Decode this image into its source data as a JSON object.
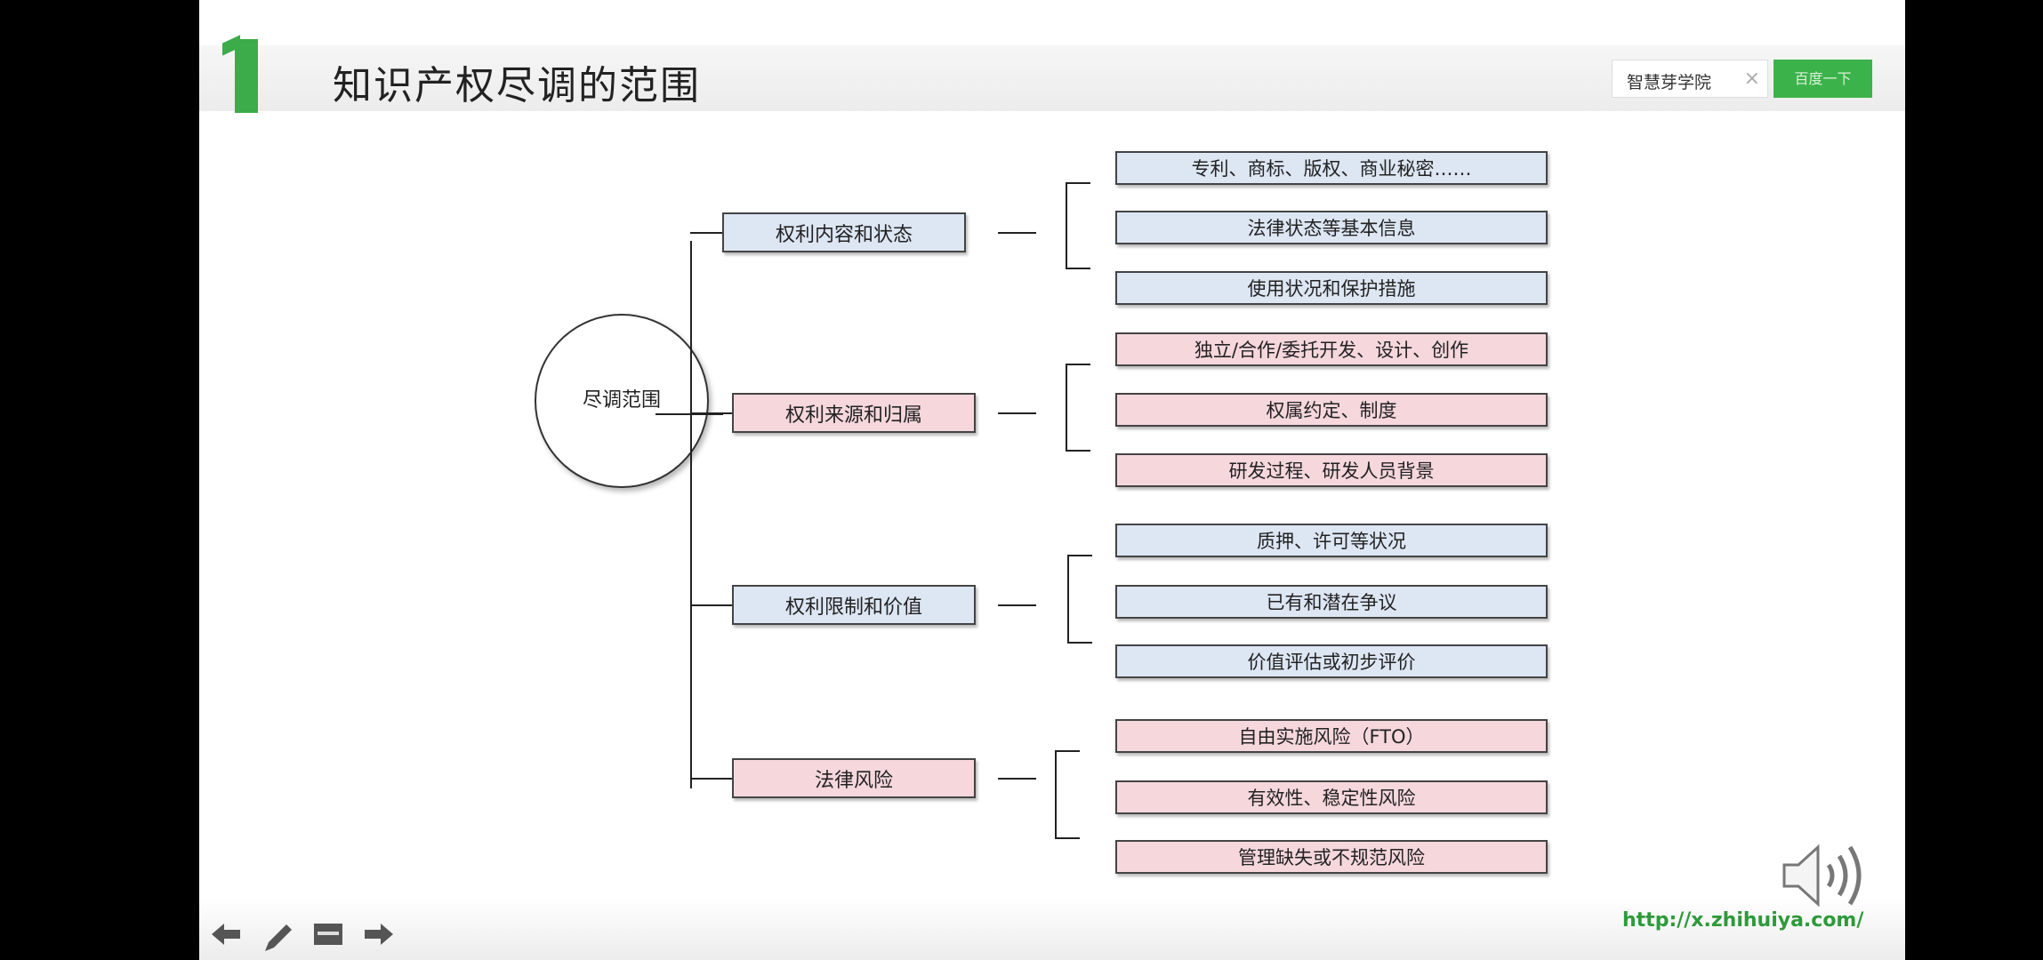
{
  "header": {
    "number": "1",
    "title": "知识产权尽调的范围"
  },
  "search": {
    "value": "智慧芽学院",
    "button": "百度一下"
  },
  "diagram": {
    "root": "尽调范围",
    "branches": [
      {
        "label": "权利内容和状态",
        "color": "blue",
        "leaves": [
          "专利、商标、版权、商业秘密……",
          "法律状态等基本信息",
          "使用状况和保护措施"
        ]
      },
      {
        "label": "权利来源和归属",
        "color": "pink",
        "leaves": [
          "独立/合作/委托开发、设计、创作",
          "权属约定、制度",
          "研发过程、研发人员背景"
        ]
      },
      {
        "label": "权利限制和价值",
        "color": "blue",
        "leaves": [
          "质押、许可等状况",
          "已有和潜在争议",
          "价值评估或初步评价"
        ]
      },
      {
        "label": "法律风险",
        "color": "pink",
        "leaves": [
          "自由实施风险（FTO）",
          "有效性、稳定性风险",
          "管理缺失或不规范风险"
        ]
      }
    ]
  },
  "footer": {
    "url": "http://x.zhihuiya.com/"
  },
  "colors": {
    "accent": "#3cab4a",
    "blue_box": "#dde6f3",
    "pink_box": "#f5d7dc"
  }
}
